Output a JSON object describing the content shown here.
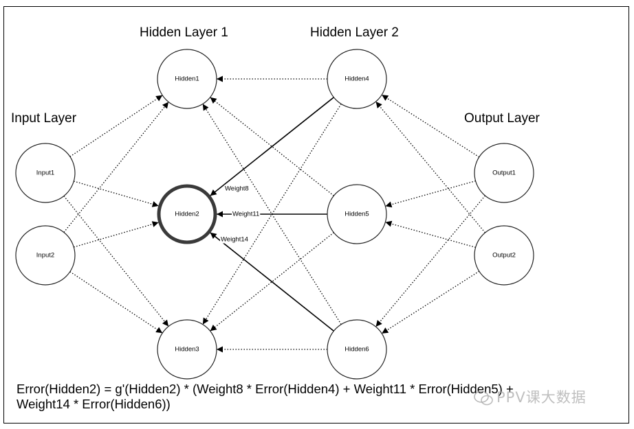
{
  "layers": [
    {
      "title": "Input Layer",
      "nodes": [
        "Input1",
        "Input2"
      ]
    },
    {
      "title": "Hidden Layer 1",
      "nodes": [
        "Hidden1",
        "Hidden2",
        "Hidden3"
      ]
    },
    {
      "title": "Hidden Layer 2",
      "nodes": [
        "Hidden4",
        "Hidden5",
        "Hidden6"
      ]
    },
    {
      "title": "Output Layer",
      "nodes": [
        "Output1",
        "Output2"
      ]
    }
  ],
  "highlighted_node": "Hidden2",
  "dotted_edges": [
    [
      "Input1",
      "Hidden1"
    ],
    [
      "Input1",
      "Hidden2"
    ],
    [
      "Input1",
      "Hidden3"
    ],
    [
      "Input2",
      "Hidden1"
    ],
    [
      "Input2",
      "Hidden2"
    ],
    [
      "Input2",
      "Hidden3"
    ],
    [
      "Hidden4",
      "Hidden1"
    ],
    [
      "Hidden5",
      "Hidden1"
    ],
    [
      "Hidden6",
      "Hidden1"
    ],
    [
      "Hidden4",
      "Hidden3"
    ],
    [
      "Hidden5",
      "Hidden3"
    ],
    [
      "Hidden6",
      "Hidden3"
    ],
    [
      "Output1",
      "Hidden4"
    ],
    [
      "Output1",
      "Hidden5"
    ],
    [
      "Output1",
      "Hidden6"
    ],
    [
      "Output2",
      "Hidden4"
    ],
    [
      "Output2",
      "Hidden5"
    ],
    [
      "Output2",
      "Hidden6"
    ]
  ],
  "weighted_edges": [
    {
      "from": "Hidden4",
      "to": "Hidden2",
      "label": "Weight8"
    },
    {
      "from": "Hidden5",
      "to": "Hidden2",
      "label": "Weight11"
    },
    {
      "from": "Hidden6",
      "to": "Hidden2",
      "label": "Weight14"
    }
  ],
  "formula": {
    "line1": "Error(Hidden2) = g'(Hidden2) * (Weight8 * Error(Hidden4) + Weight11 * Error(Hidden5) +",
    "line2": "Weight14 * Error(Hidden6))"
  },
  "watermark": "PPV课大数据"
}
